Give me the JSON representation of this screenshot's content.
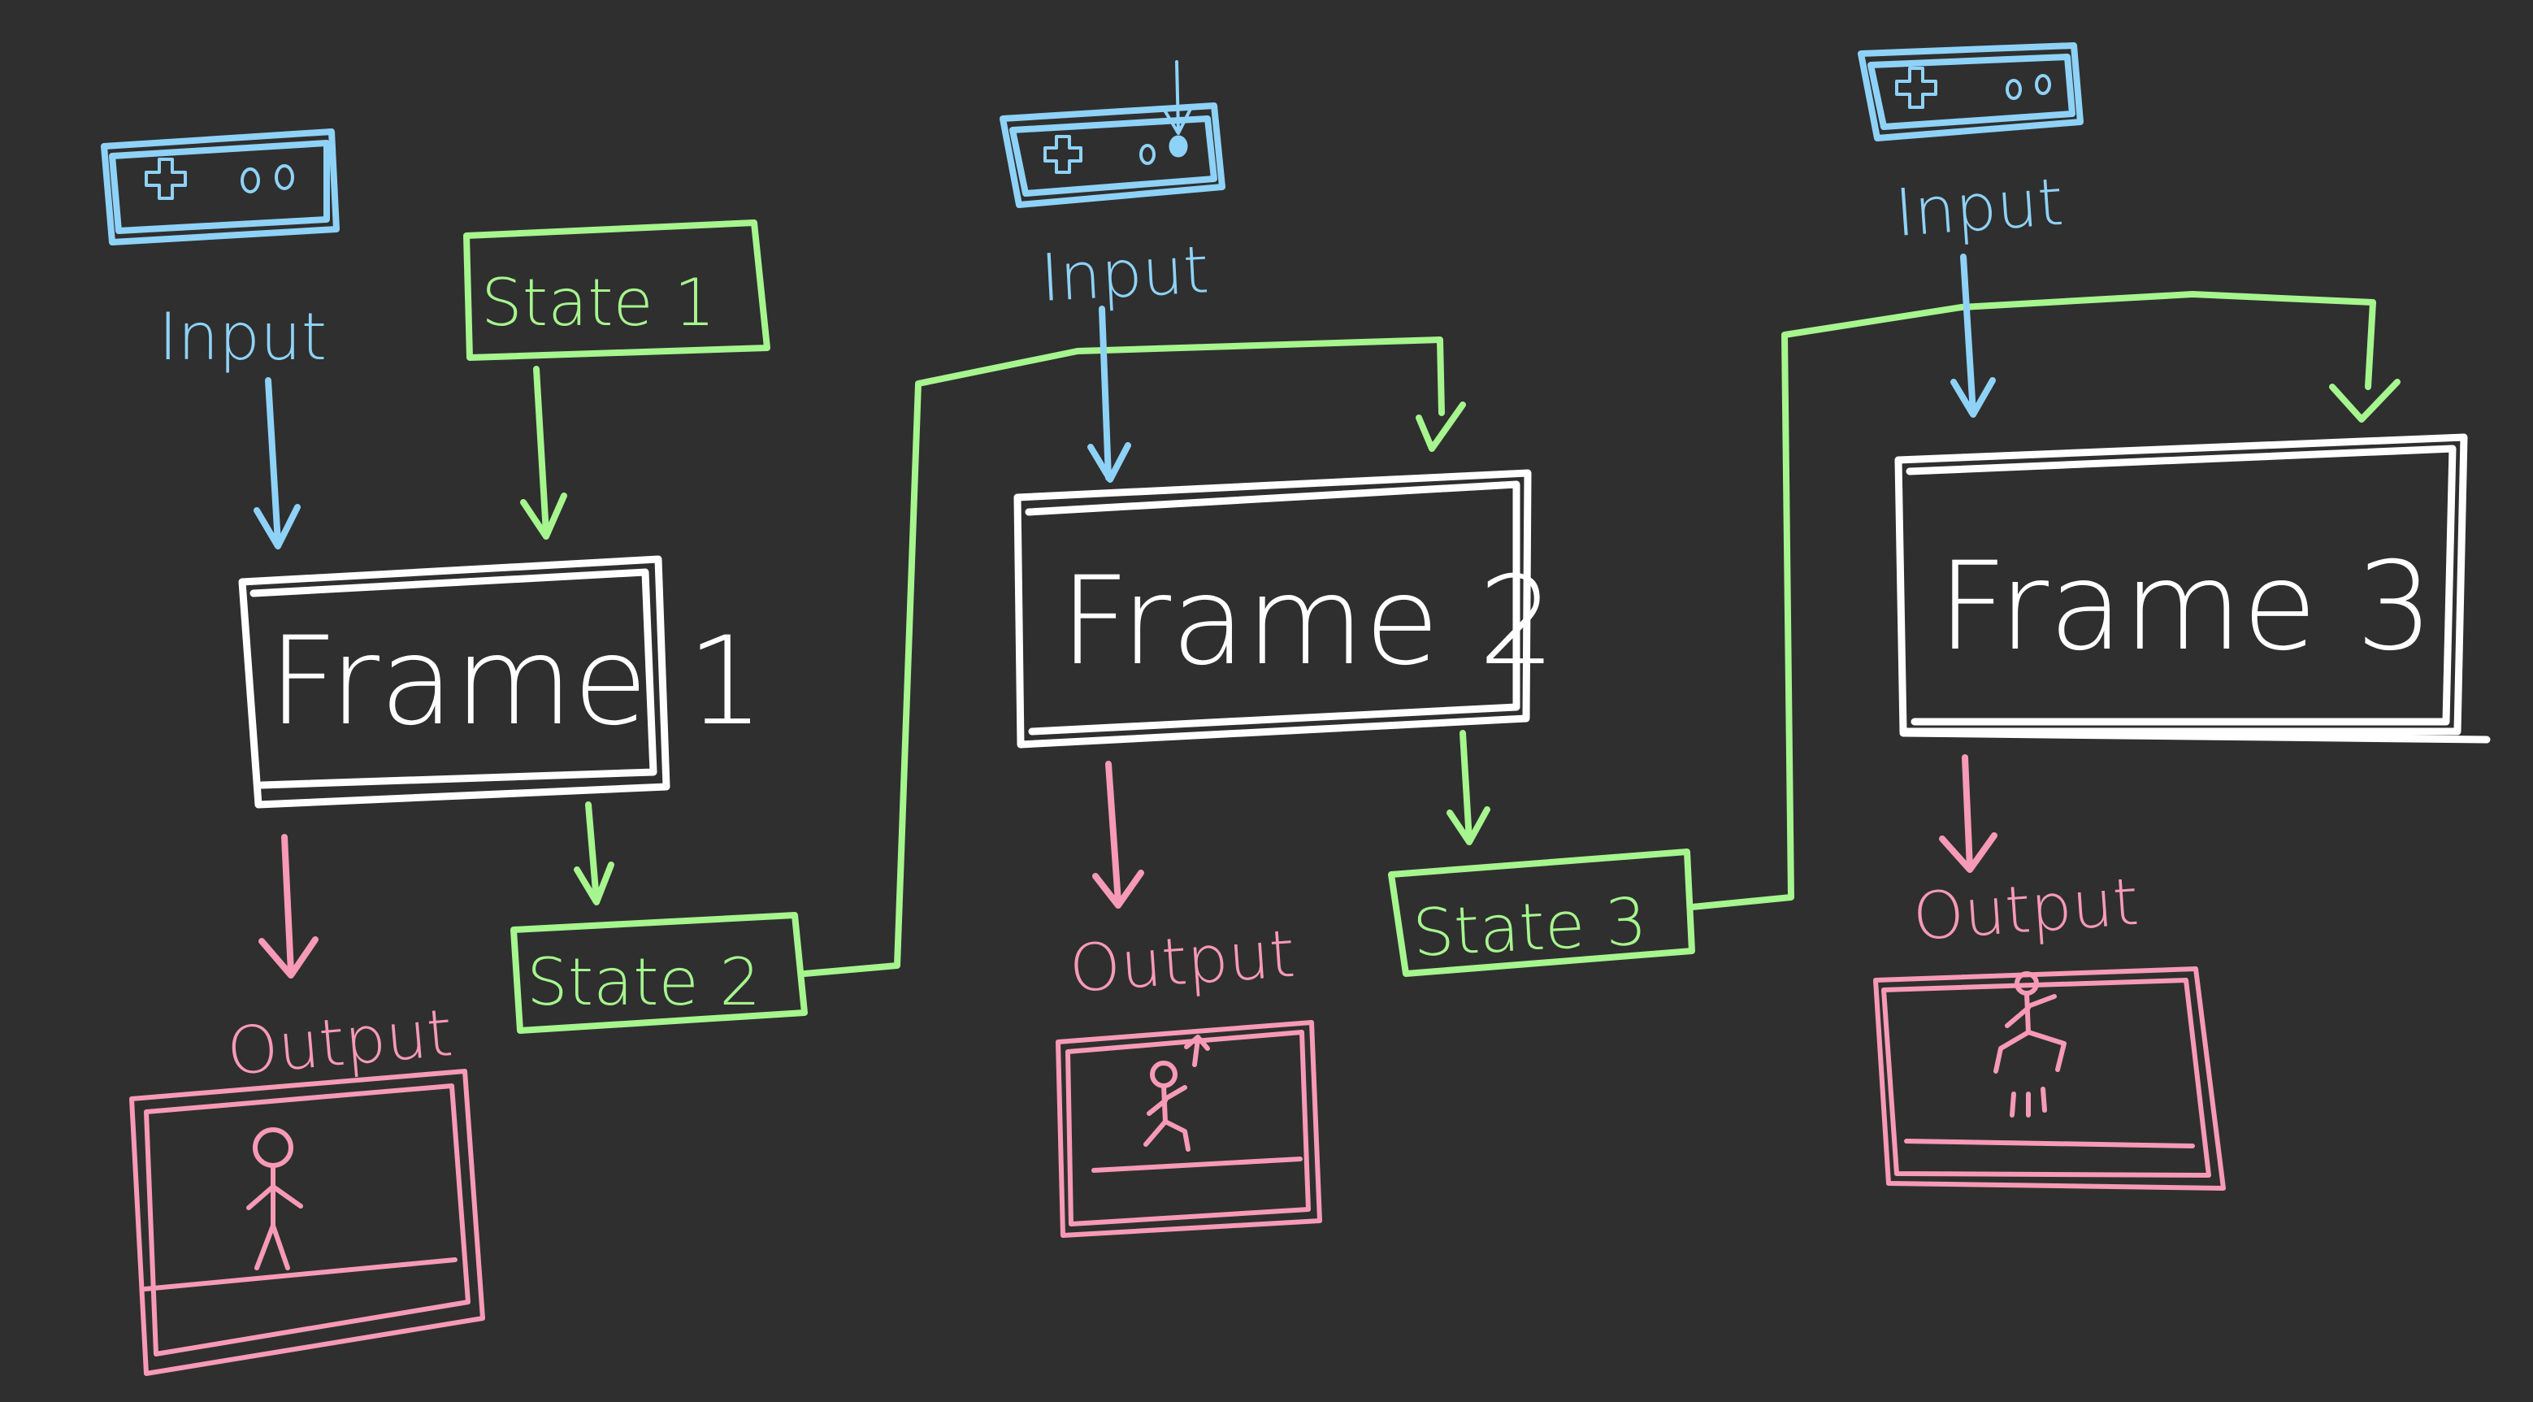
{
  "frames": [
    {
      "label": "Frame 1"
    },
    {
      "label": "Frame 2"
    },
    {
      "label": "Frame 3"
    }
  ],
  "states": [
    {
      "label": "State 1"
    },
    {
      "label": "State 2"
    },
    {
      "label": "State 3"
    }
  ],
  "inputs": [
    {
      "label": "Input"
    },
    {
      "label": "Input"
    },
    {
      "label": "Input"
    }
  ],
  "outputs": [
    {
      "label": "Output"
    },
    {
      "label": "Output"
    },
    {
      "label": "Output"
    }
  ],
  "colors": {
    "background": "#2f2f2f",
    "frame": "#ffffff",
    "state": "#a6f58e",
    "input": "#8fd2f7",
    "output": "#f79ab7"
  },
  "icons": {
    "controller": "gamepad-icon",
    "screen": "game-screen-icon",
    "figure": "stick-figure-icon"
  }
}
